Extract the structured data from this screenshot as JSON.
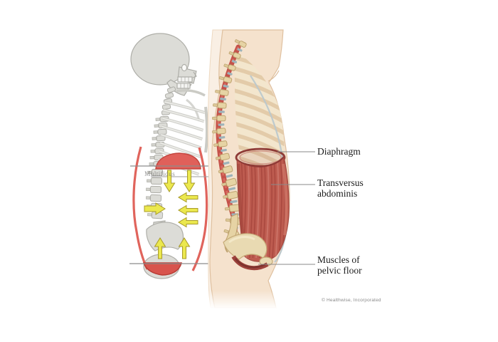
{
  "labels": {
    "diaphragm": "Diaphragm",
    "transversus_line1": "Transversus",
    "transversus_line2": "abdominis",
    "pelvic_line1": "Muscles of",
    "pelvic_line2": "pelvic floor"
  },
  "left_figure": {
    "inline_label": "Multifidus"
  },
  "footer": {
    "copyright": "© Healthwise, Incorporated"
  },
  "colors": {
    "highlight_red": "#d8544d",
    "arrow_yellow": "#ebe84e",
    "muscle_red": "#bd5b4f",
    "deep_red": "#8e3a36",
    "bone_gray": "#dcdcd7",
    "vertebra_tan": "#e6d3a4",
    "disc_blue_gray": "#9db3ba",
    "skin_tone": "#f5e2cd",
    "leader_line_gray": "#8a8a8a"
  }
}
